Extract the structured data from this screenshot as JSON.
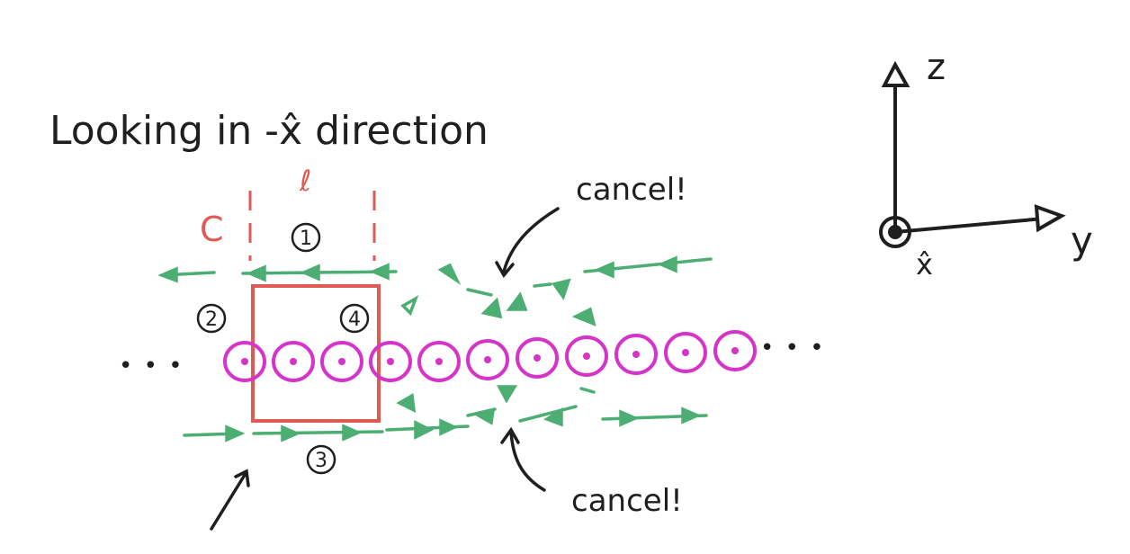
{
  "title": "Looking in -x̂ direction",
  "axes": {
    "z_label": "z",
    "y_label": "y",
    "x_label": "x̂"
  },
  "loop": {
    "c_label": "C",
    "l_label": "ℓ",
    "segment_labels": [
      "1",
      "2",
      "3",
      "4"
    ]
  },
  "annotations": {
    "cancel_top": "cancel!",
    "cancel_bottom": "cancel!",
    "ellipsis_left": "• • •",
    "ellipsis_right": "• • •"
  },
  "colors": {
    "ink": "#1f1f1f",
    "wire": "#d633c8",
    "field": "#4cae72",
    "loop": "#e05a55"
  },
  "wire_count": 11
}
